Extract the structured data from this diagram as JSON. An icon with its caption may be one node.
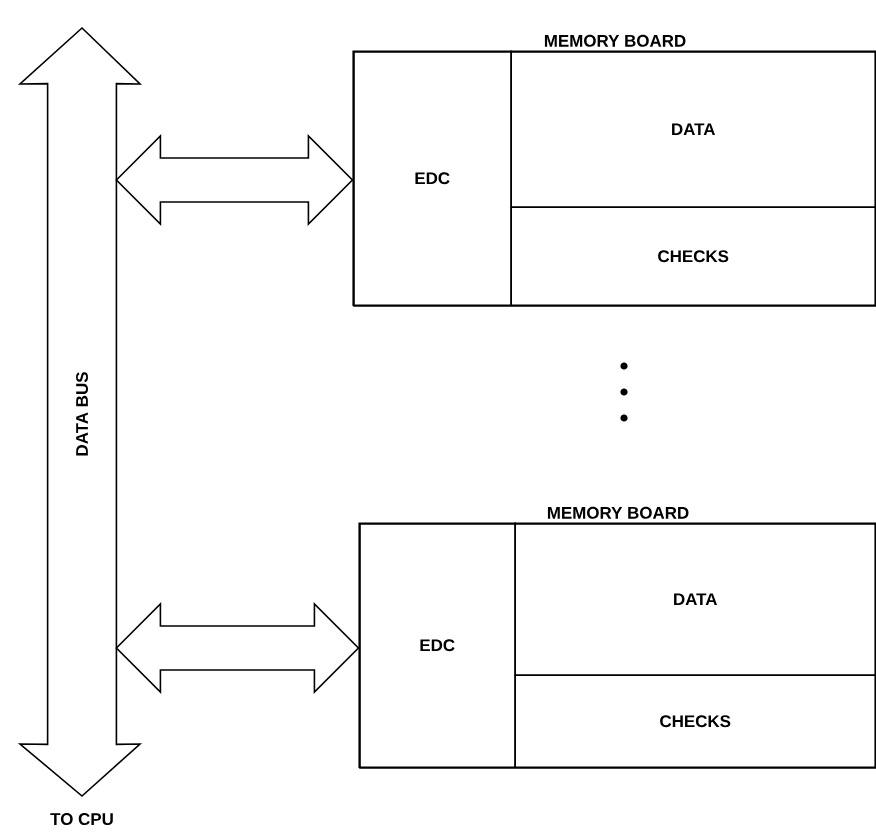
{
  "diagram": {
    "nodes": [
      {
        "text": [
          "DATA BUS"
        ],
        "beside": [
          "TO CPU"
        ]
      },
      {
        "text": [
          "MEMORY BOARD"
        ]
      },
      {
        "text": [
          "EDC"
        ],
        "in": 1
      },
      {
        "text": [
          "DATA"
        ],
        "in": 1
      },
      {
        "text": [
          "CHECKS"
        ],
        "in": 1
      },
      {
        "text": [
          "MEMORY BOARD"
        ]
      },
      {
        "text": [
          "EDC"
        ],
        "in": 5
      },
      {
        "text": [
          "DATA"
        ],
        "in": 5
      },
      {
        "text": [
          "CHECKS"
        ],
        "in": 5
      }
    ],
    "edges": [
      {
        "from": 0,
        "to": 2,
        "arrow": "both"
      },
      {
        "from": 0,
        "to": 6,
        "arrow": "both"
      }
    ]
  }
}
